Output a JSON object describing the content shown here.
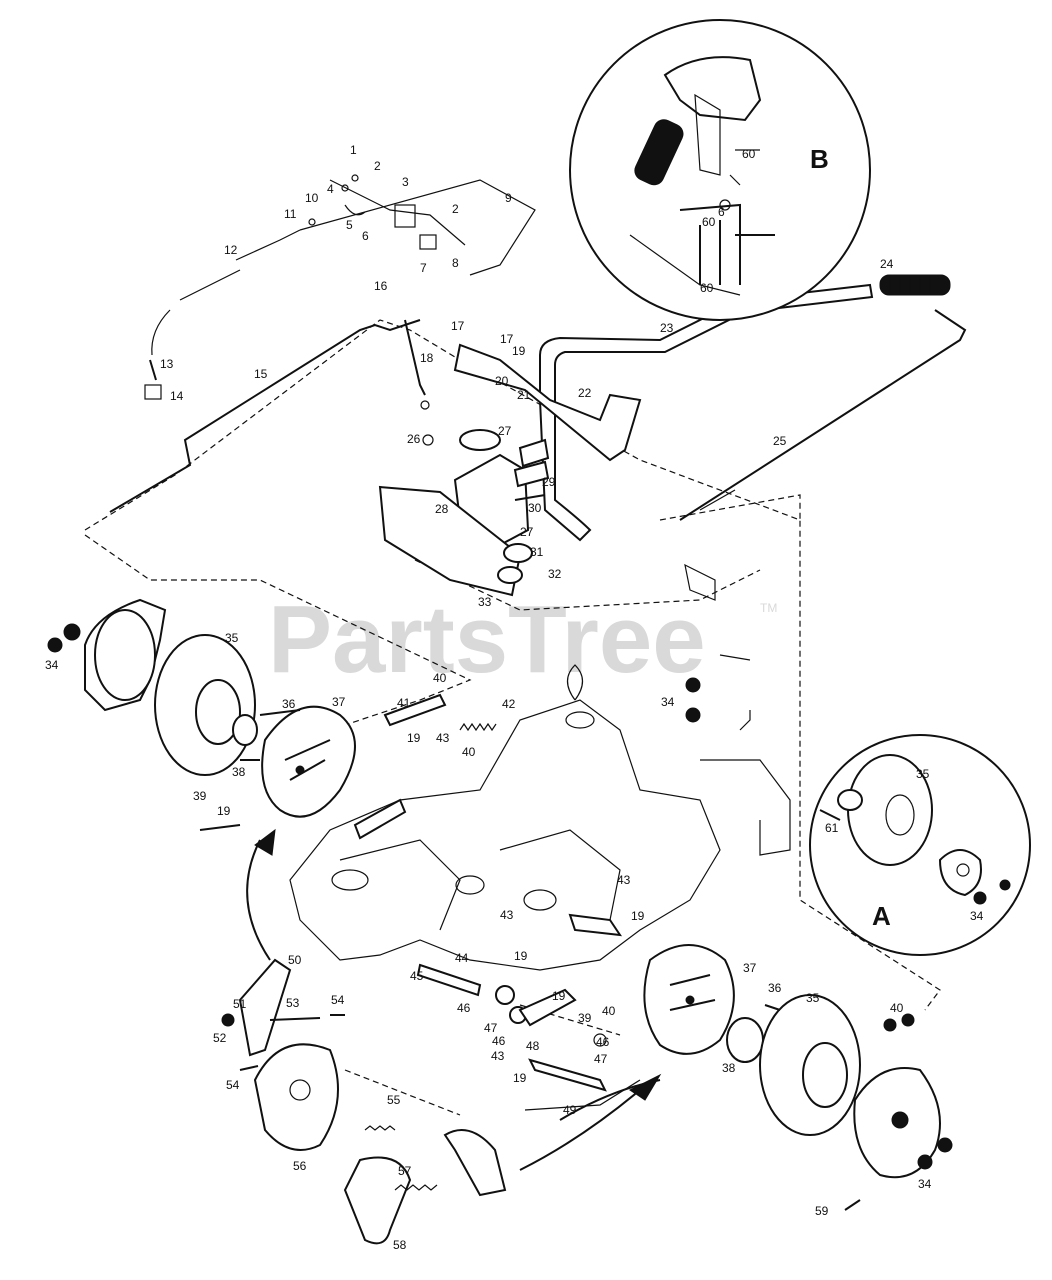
{
  "watermark": {
    "text": "PartsTree",
    "trademark": "TM"
  },
  "callouts": {
    "a": "A",
    "b": "B"
  },
  "parts": [
    "1",
    "2",
    "3",
    "4",
    "5",
    "6",
    "7",
    "8",
    "9",
    "10",
    "11",
    "12",
    "13",
    "14",
    "15",
    "16",
    "17",
    "18",
    "19",
    "20",
    "21",
    "22",
    "23",
    "24",
    "25",
    "26",
    "27",
    "28",
    "29",
    "30",
    "31",
    "32",
    "33",
    "34",
    "35",
    "36",
    "37",
    "38",
    "39",
    "40",
    "41",
    "42",
    "43",
    "44",
    "45",
    "46",
    "47",
    "48",
    "49",
    "50",
    "51",
    "52",
    "53",
    "54",
    "55",
    "56",
    "57",
    "58",
    "59",
    "60",
    "61"
  ]
}
